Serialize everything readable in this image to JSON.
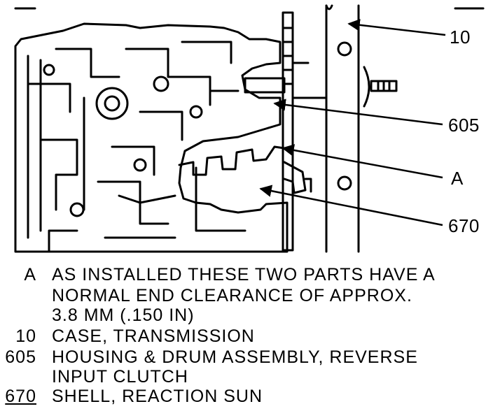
{
  "callouts": {
    "c10": "10",
    "c605": "605",
    "cA": "A",
    "c670": "670"
  },
  "legend": [
    {
      "key": "A",
      "lines": [
        "AS INSTALLED THESE TWO PARTS HAVE A",
        "NORMAL END CLEARANCE OF APPROX.",
        "3.8 MM (.150 IN)"
      ]
    },
    {
      "key": "10",
      "lines": [
        "CASE, TRANSMISSION"
      ]
    },
    {
      "key": "605",
      "lines": [
        "HOUSING & DRUM ASSEMBLY, REVERSE",
        "INPUT CLUTCH"
      ]
    },
    {
      "key": "670",
      "lines": [
        "SHELL, REACTION SUN"
      ]
    }
  ],
  "colors": {
    "ink": "#000000",
    "paper": "#ffffff"
  }
}
